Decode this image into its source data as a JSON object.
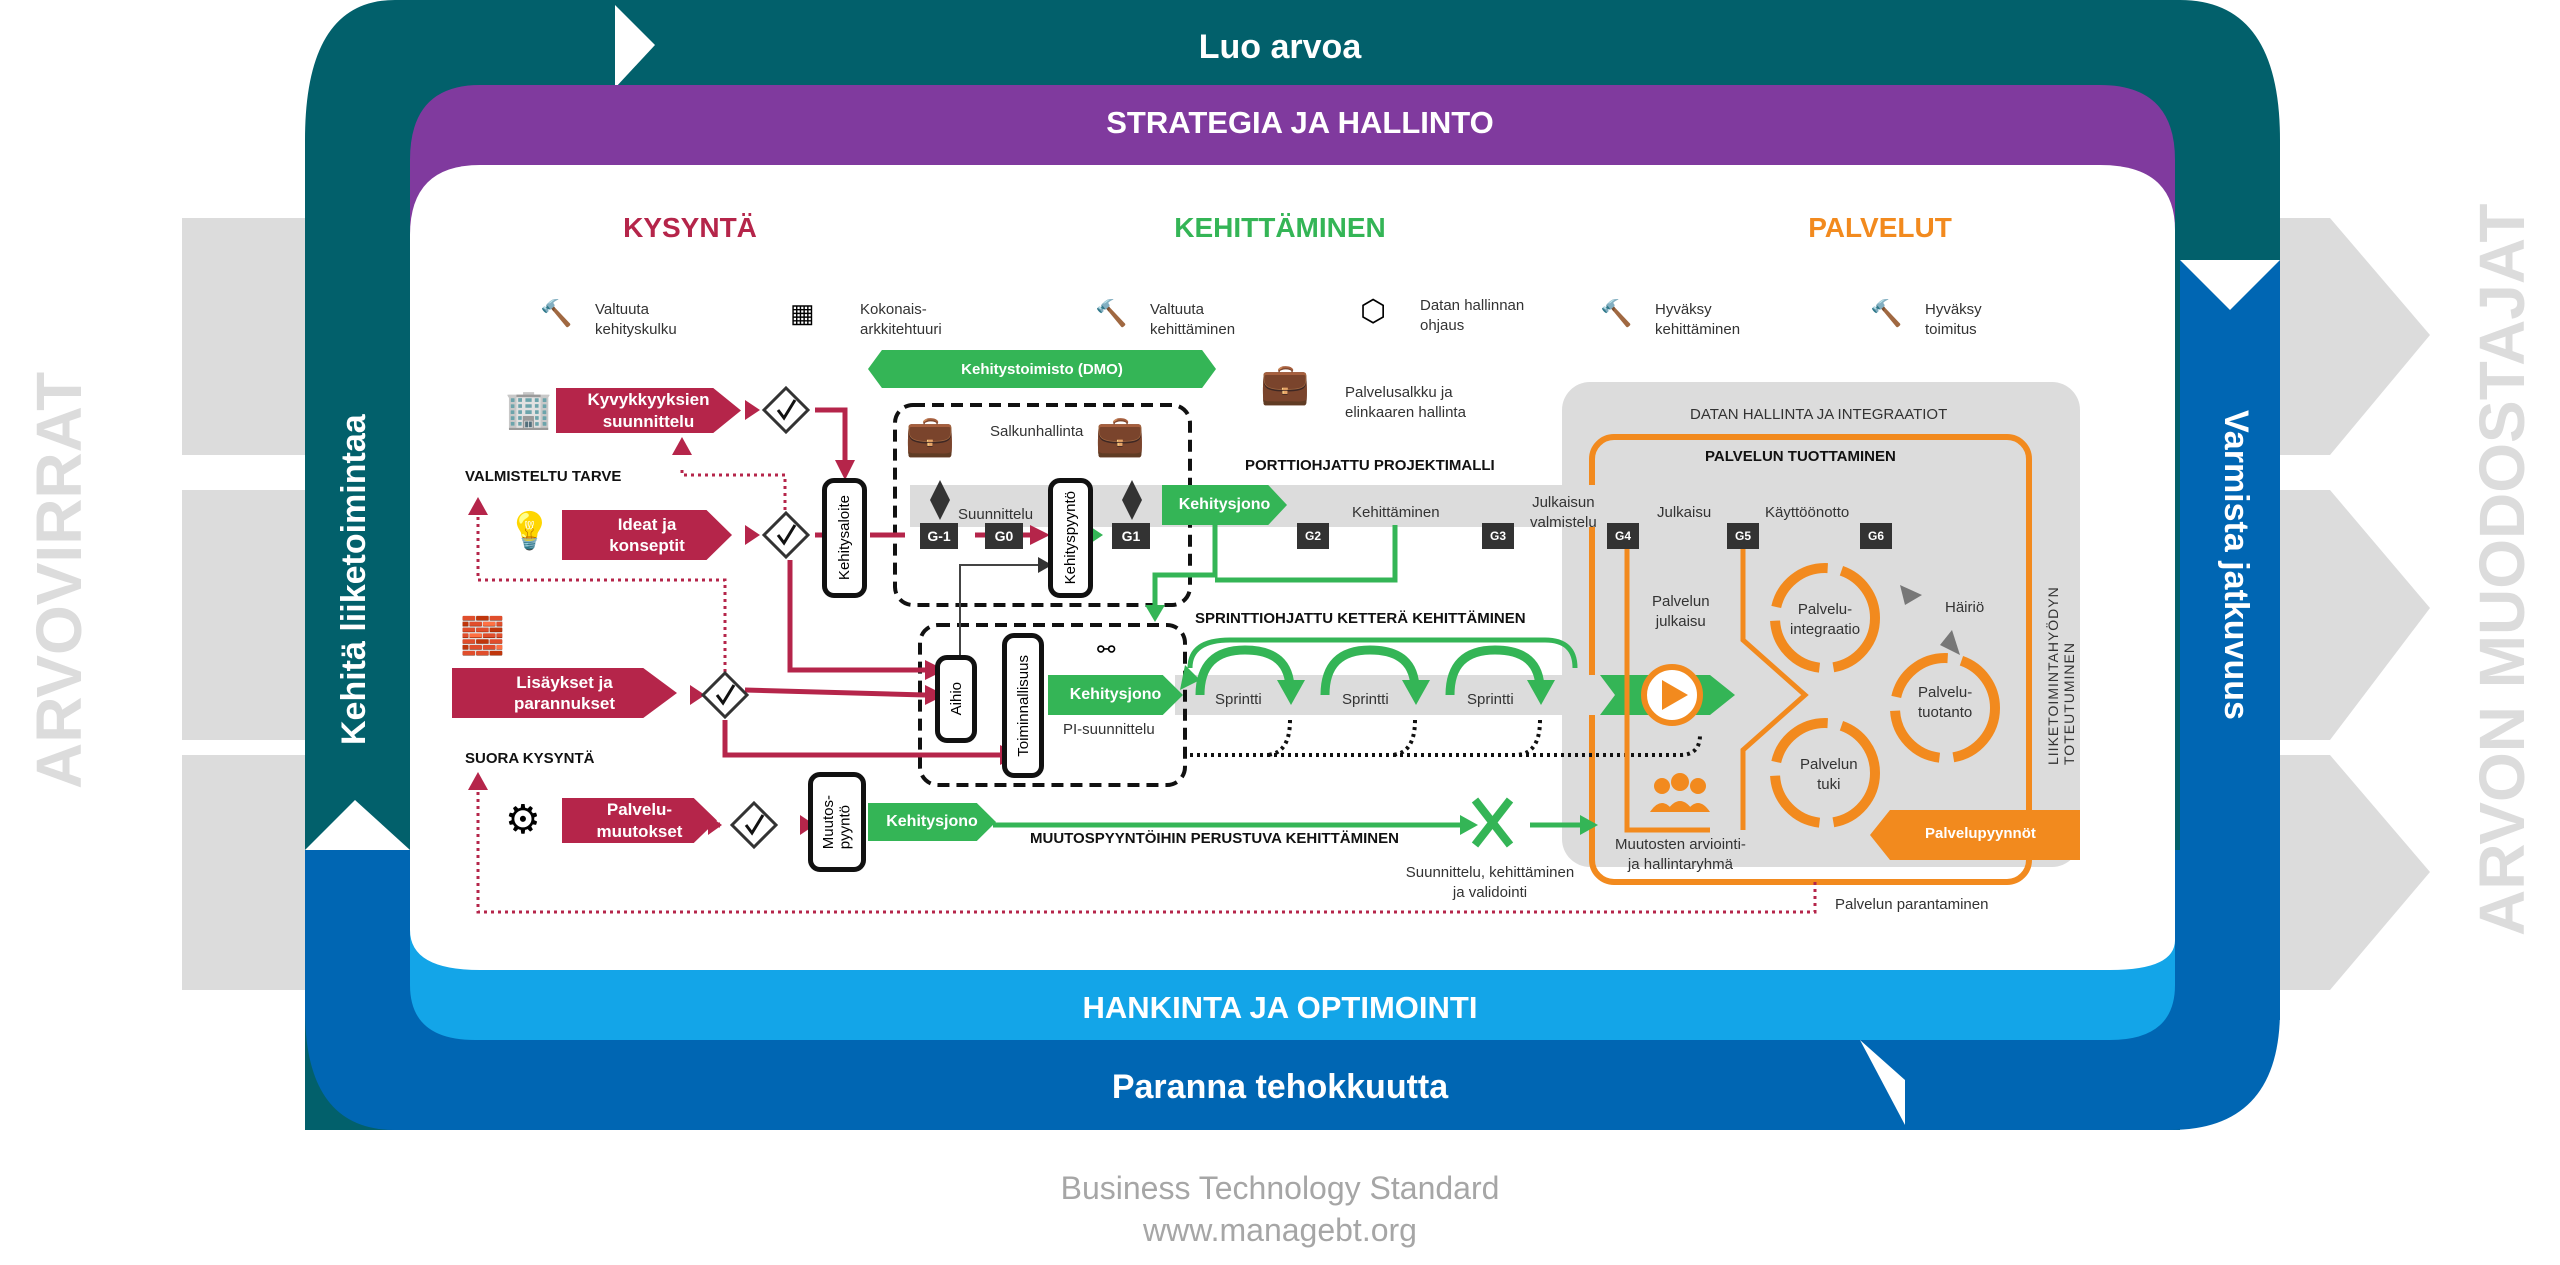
{
  "outer_ring": {
    "top": "Luo arvoa",
    "left": "Kehitä liiketoimintaa",
    "right": "Varmista jatkuvuus",
    "bottom": "Paranna tehokkuutta"
  },
  "side_labels": {
    "left": "ARVOVIRRAT",
    "right": "ARVON MUODOSTAJAT"
  },
  "inner_bands": {
    "top": "STRATEGIA JA HALLINTO",
    "bottom": "HANKINTA JA OPTIMOINTI"
  },
  "sections": {
    "demand": "KYSYNTÄ",
    "development": "KEHITTÄMINEN",
    "services": "PALVELUT"
  },
  "colors": {
    "teal": "#02606b",
    "purple": "#803a9e",
    "blue": "#0066b3",
    "light_blue": "#13a5e8",
    "red": "#b5254a",
    "green": "#34b556",
    "orange": "#f28a1e",
    "gray": "#dcdcdc"
  },
  "governance": [
    {
      "icon": "gavel-icon",
      "label1": "Valtuuta",
      "label2": "kehityskulku"
    },
    {
      "icon": "layers-icon",
      "label1": "Kokonais-",
      "label2": "arkkitehtuuri"
    },
    {
      "icon": "gavel-icon",
      "label1": "Valtuuta",
      "label2": "kehittäminen"
    },
    {
      "icon": "data-box-icon",
      "label1": "Datan hallinnan",
      "label2": "ohjaus"
    },
    {
      "icon": "gavel-icon",
      "label1": "Hyväksy",
      "label2": "kehittäminen"
    },
    {
      "icon": "gavel-icon",
      "label1": "Hyväksy",
      "label2": "toimitus"
    }
  ],
  "dmo": "Kehitystoimisto (DMO)",
  "service_portfolio": {
    "line1": "Palvelusalkku ja",
    "line2": "elinkaaren hallinta"
  },
  "demand": {
    "capability": {
      "line1": "Kyvykkyyksien",
      "line2": "suunnittelu"
    },
    "prepared_need": "VALMISTELTU TARVE",
    "ideas": {
      "line1": "Ideat ja",
      "line2": "konseptit"
    },
    "additions": {
      "line1": "Lisäykset ja",
      "line2": "parannukset"
    },
    "direct_demand": "SUORA KYSYNTÄ",
    "service_changes": {
      "line1": "Palvelu-",
      "line2": "muutokset"
    }
  },
  "development": {
    "initiative": "Kehitysaloite",
    "portfolio_mgmt": "Salkunhallinta",
    "planning": "Suunnittelu",
    "dev_request": "Kehityspyyntö",
    "gates": [
      "G-1",
      "G0",
      "G1",
      "G2",
      "G3",
      "G4",
      "G5",
      "G6"
    ],
    "gate_model_title": "PORTTIOHJATTU PROJEKTIMALLI",
    "backlog": "Kehitysjono",
    "phases": {
      "dev": "Kehittäminen",
      "release_prep1": "Julkaisun",
      "release_prep2": "valmistelu",
      "release": "Julkaisu",
      "deploy": "Käyttöönotto"
    },
    "agile_title": "SPRINTTIOHJATTU KETTERÄ KEHITTÄMINEN",
    "epic": "Aihio",
    "feature": "Toiminnallisuus",
    "pi_planning": "PI-suunnittelu",
    "sprints": [
      "Sprintti",
      "Sprintti",
      "Sprintti"
    ],
    "change_request": {
      "line1": "Muutos-",
      "line2": "pyyntö"
    },
    "change_title": "MUUTOSPYYNTÖIHIN PERUSTUVA KEHITTÄMINEN",
    "design_label1": "Suunnittelu, kehittäminen",
    "design_label2": "ja validointi"
  },
  "services": {
    "data_integration": "DATAN HALLINTA JA INTEGRAATIOT",
    "production_title": "PALVELUN TUOTTAMINEN",
    "release1": "Palvelun",
    "release2": "julkaisu",
    "integration1": "Palvelu-",
    "integration2": "integraatio",
    "production1": "Palvelu-",
    "production2": "tuotanto",
    "support1": "Palvelun",
    "support2": "tuki",
    "incident": "Häiriö",
    "cab1": "Muutosten arviointi-",
    "cab2": "ja hallintaryhmä",
    "service_requests": "Palvelupyynnöt",
    "benefit": "LIIKETOIMINTAHYÖDYN TOTEUTUMINEN",
    "improvement": "Palvelun parantaminen"
  },
  "footer": {
    "line1": "Business Technology Standard",
    "line2": "www.managebt.org"
  }
}
